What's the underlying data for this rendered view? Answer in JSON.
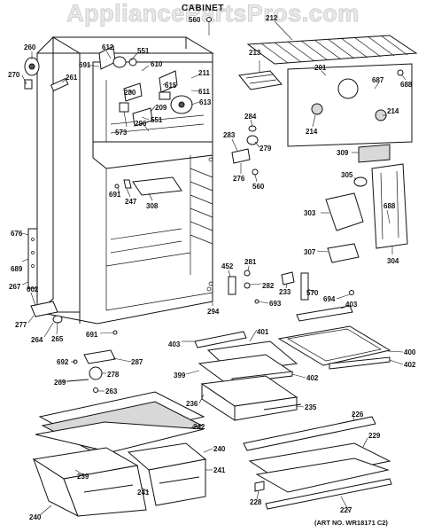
{
  "watermark": "AppliancePartsPros.com",
  "title": "CABINET",
  "art_number": "(ART NO. WR18171 C2)",
  "part_labels": [
    {
      "id": "560a",
      "text": "560"
    },
    {
      "id": "212",
      "text": "212"
    },
    {
      "id": "260",
      "text": "260"
    },
    {
      "id": "270",
      "text": "270"
    },
    {
      "id": "261",
      "text": "261"
    },
    {
      "id": "612",
      "text": "612"
    },
    {
      "id": "551a",
      "text": "551"
    },
    {
      "id": "691a",
      "text": "691"
    },
    {
      "id": "610",
      "text": "610"
    },
    {
      "id": "280",
      "text": "280"
    },
    {
      "id": "615",
      "text": "615"
    },
    {
      "id": "211",
      "text": "211"
    },
    {
      "id": "611",
      "text": "611"
    },
    {
      "id": "613",
      "text": "613"
    },
    {
      "id": "209",
      "text": "209"
    },
    {
      "id": "551b",
      "text": "551"
    },
    {
      "id": "296",
      "text": "296"
    },
    {
      "id": "573",
      "text": "573"
    },
    {
      "id": "213",
      "text": "213"
    },
    {
      "id": "201",
      "text": "201"
    },
    {
      "id": "687",
      "text": "687"
    },
    {
      "id": "688a",
      "text": "688"
    },
    {
      "id": "214a",
      "text": "214"
    },
    {
      "id": "214b",
      "text": "214"
    },
    {
      "id": "284",
      "text": "284"
    },
    {
      "id": "283",
      "text": "283"
    },
    {
      "id": "279",
      "text": "279"
    },
    {
      "id": "276",
      "text": "276"
    },
    {
      "id": "560b",
      "text": "560"
    },
    {
      "id": "309",
      "text": "309"
    },
    {
      "id": "305",
      "text": "305"
    },
    {
      "id": "303",
      "text": "303"
    },
    {
      "id": "688b",
      "text": "688"
    },
    {
      "id": "307",
      "text": "307"
    },
    {
      "id": "304",
      "text": "304"
    },
    {
      "id": "691b",
      "text": "691"
    },
    {
      "id": "247",
      "text": "247"
    },
    {
      "id": "308",
      "text": "308"
    },
    {
      "id": "676",
      "text": "676"
    },
    {
      "id": "689",
      "text": "689"
    },
    {
      "id": "267",
      "text": "267"
    },
    {
      "id": "602",
      "text": "602"
    },
    {
      "id": "277",
      "text": "277"
    },
    {
      "id": "264",
      "text": "264"
    },
    {
      "id": "265",
      "text": "265"
    },
    {
      "id": "691c",
      "text": "691"
    },
    {
      "id": "452",
      "text": "452"
    },
    {
      "id": "281",
      "text": "281"
    },
    {
      "id": "282",
      "text": "282"
    },
    {
      "id": "233",
      "text": "233"
    },
    {
      "id": "570",
      "text": "570"
    },
    {
      "id": "694",
      "text": "694"
    },
    {
      "id": "403a",
      "text": "403"
    },
    {
      "id": "294",
      "text": "294"
    },
    {
      "id": "693",
      "text": "693"
    },
    {
      "id": "401",
      "text": "401"
    },
    {
      "id": "403b",
      "text": "403"
    },
    {
      "id": "400",
      "text": "400"
    },
    {
      "id": "402a",
      "text": "402"
    },
    {
      "id": "287",
      "text": "287"
    },
    {
      "id": "692",
      "text": "692"
    },
    {
      "id": "278",
      "text": "278"
    },
    {
      "id": "399",
      "text": "399"
    },
    {
      "id": "402b",
      "text": "402"
    },
    {
      "id": "269",
      "text": "269"
    },
    {
      "id": "263",
      "text": "263"
    },
    {
      "id": "236",
      "text": "236"
    },
    {
      "id": "235",
      "text": "235"
    },
    {
      "id": "226",
      "text": "226"
    },
    {
      "id": "242",
      "text": "242"
    },
    {
      "id": "229",
      "text": "229"
    },
    {
      "id": "240a",
      "text": "240"
    },
    {
      "id": "239",
      "text": "239"
    },
    {
      "id": "241a",
      "text": "241"
    },
    {
      "id": "241b",
      "text": "241"
    },
    {
      "id": "228",
      "text": "228"
    },
    {
      "id": "240b",
      "text": "240"
    },
    {
      "id": "227",
      "text": "227"
    }
  ]
}
